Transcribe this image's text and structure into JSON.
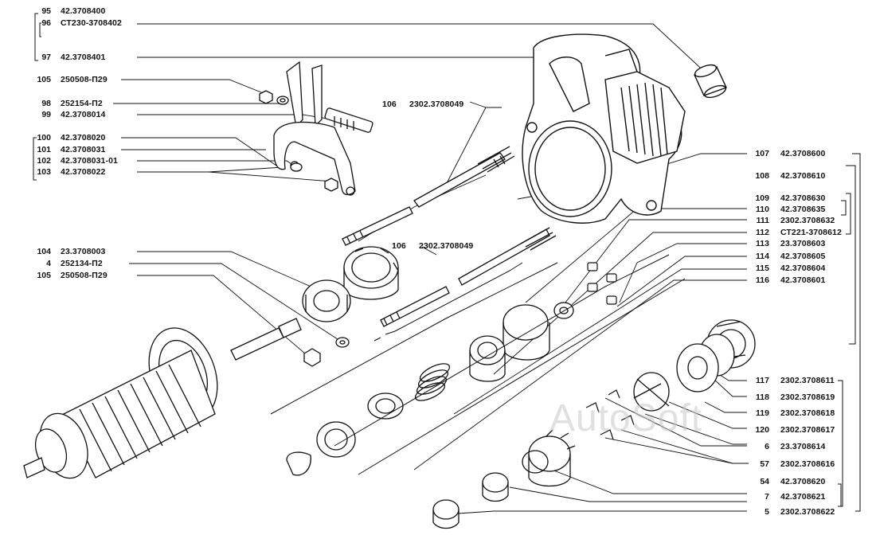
{
  "watermark": "AutoSoft",
  "labels_left": [
    {
      "num": "95",
      "part": "42.3708400"
    },
    {
      "num": "96",
      "part": "СТ230-3708402"
    },
    {
      "num": "97",
      "part": "42.3708401"
    },
    {
      "num": "105",
      "part": "250508-П29"
    },
    {
      "num": "98",
      "part": "252154-П2"
    },
    {
      "num": "99",
      "part": "42.3708014"
    },
    {
      "num": "100",
      "part": "42.3708020"
    },
    {
      "num": "101",
      "part": "42.3708031"
    },
    {
      "num": "102",
      "part": "42.3708031-01"
    },
    {
      "num": "103",
      "part": "42.3708022"
    },
    {
      "num": "104",
      "part": "23.3708003"
    },
    {
      "num": "4",
      "part": "252134-П2"
    },
    {
      "num": "105",
      "part": "250508-П29"
    }
  ],
  "labels_mid": [
    {
      "num": "106",
      "part": "2302.3708049"
    },
    {
      "num": "106",
      "part": "2302.3708049"
    }
  ],
  "labels_right": [
    {
      "num": "107",
      "part": "42.3708600"
    },
    {
      "num": "108",
      "part": "42.3708610"
    },
    {
      "num": "109",
      "part": "42.3708630"
    },
    {
      "num": "110",
      "part": "42.3708635"
    },
    {
      "num": "111",
      "part": "2302.3708632"
    },
    {
      "num": "112",
      "part": "СТ221-3708612"
    },
    {
      "num": "113",
      "part": "23.3708603"
    },
    {
      "num": "114",
      "part": "42.3708605"
    },
    {
      "num": "115",
      "part": "42.3708604"
    },
    {
      "num": "116",
      "part": "42.3708601"
    },
    {
      "num": "117",
      "part": "2302.3708611"
    },
    {
      "num": "118",
      "part": "2302.3708619"
    },
    {
      "num": "119",
      "part": "2302.3708618"
    },
    {
      "num": "120",
      "part": "2302.3708617"
    },
    {
      "num": "6",
      "part": "23.3708614"
    },
    {
      "num": "57",
      "part": "2302.3708616"
    },
    {
      "num": "54",
      "part": "42.3708620"
    },
    {
      "num": "7",
      "part": "42.3708621"
    },
    {
      "num": "5",
      "part": "2302.3708622"
    }
  ]
}
